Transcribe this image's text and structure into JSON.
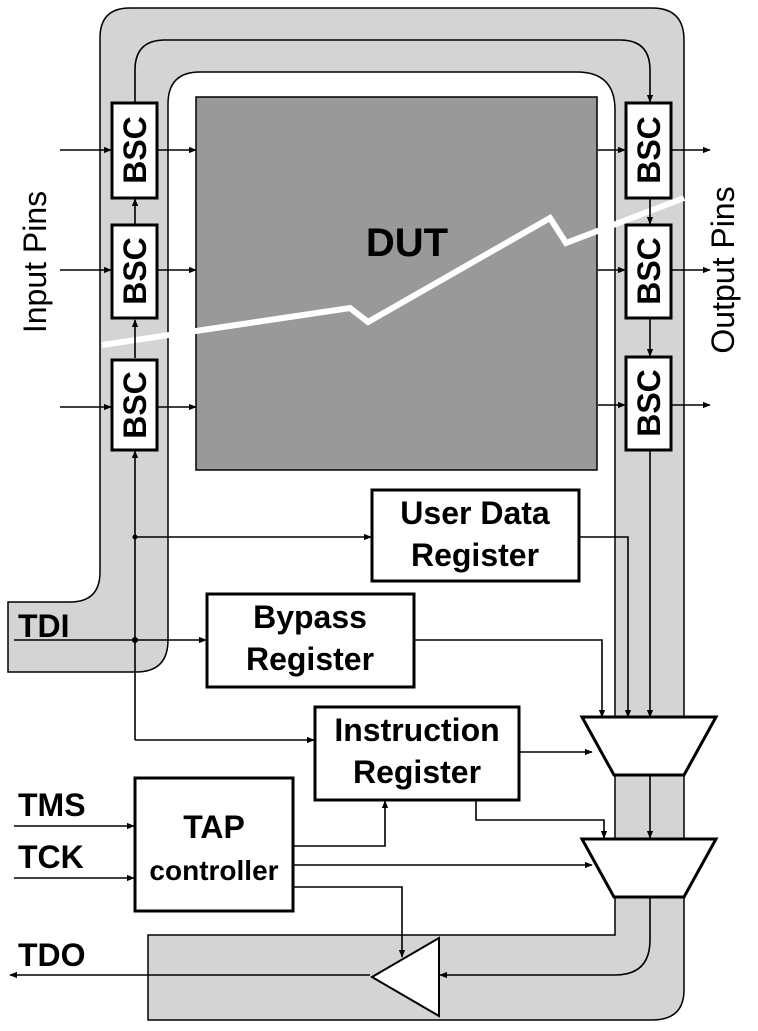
{
  "labels": {
    "input_pins": "Input Pins",
    "output_pins": "Output Pins",
    "dut": "DUT",
    "bsc": "BSC",
    "user_data_register": [
      "User Data",
      "Register"
    ],
    "bypass_register": [
      "Bypass",
      "Register"
    ],
    "instruction_register": [
      "Instruction",
      "Register"
    ],
    "tap_controller": [
      "TAP",
      "controller"
    ],
    "tdi": "TDI",
    "tms": "TMS",
    "tck": "TCK",
    "tdo": "TDO"
  }
}
